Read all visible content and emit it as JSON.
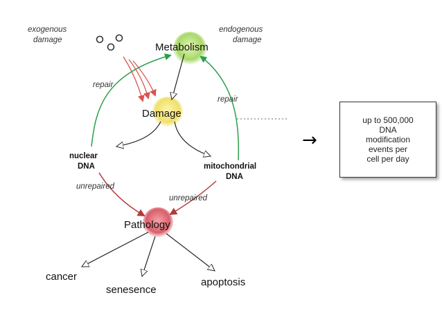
{
  "nodes": {
    "metabolism": "Metabolism",
    "damage": "Damage",
    "pathology": "Pathology",
    "nuclear_dna_line1": "nuclear",
    "nuclear_dna_line2": "DNA",
    "mito_dna_line1": "mitochondrial",
    "mito_dna_line2": "DNA"
  },
  "annotations": {
    "exogenous_line1": "exogenous",
    "exogenous_line2": "damage",
    "endogenous_line1": "endogenous",
    "endogenous_line2": "damage",
    "repair_left": "repair",
    "repair_right": "repair",
    "unrepaired_left": "unrepaired",
    "unrepaired_right": "unrepaired"
  },
  "outcomes": {
    "cancer": "cancer",
    "senesence": "senesence",
    "apoptosis": "apoptosis"
  },
  "arrow_symbol": "→",
  "callout": {
    "text": "up to 500,000\nDNA\nmodification\nevents per\ncell per day"
  },
  "colors": {
    "metabolism_node": "#a8d86a",
    "damage_node": "#f0e06a",
    "pathology_node": "#d95f6a",
    "repair_arrow": "#2aa04a",
    "damage_arrow": "#d9534f",
    "unrepaired_arrow": "#b23a3a",
    "plain_arrow": "#222222"
  }
}
